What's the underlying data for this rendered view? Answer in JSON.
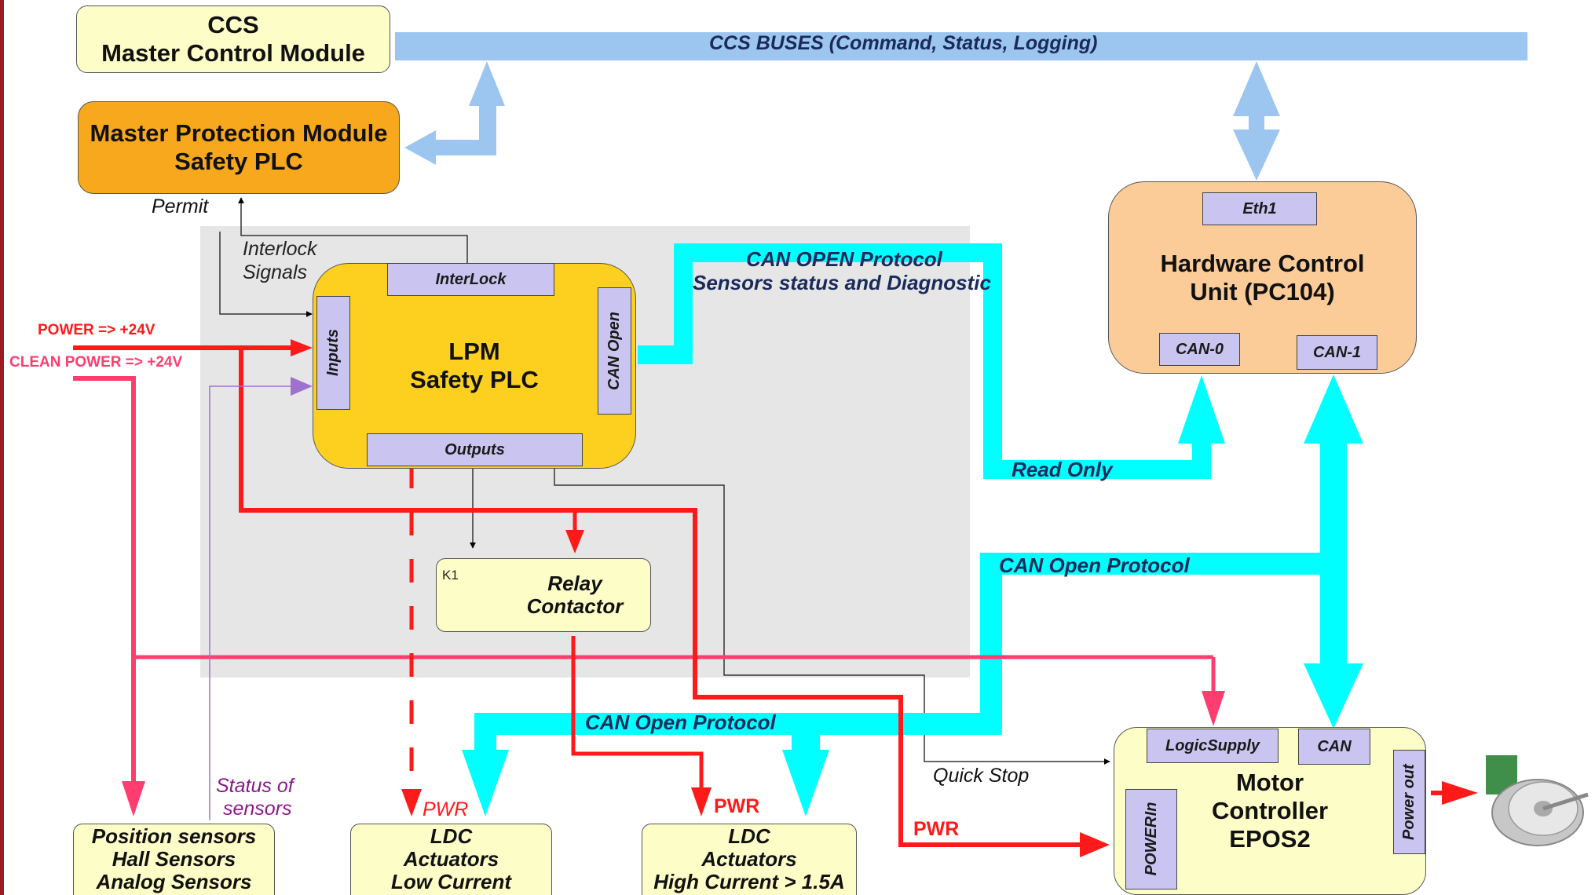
{
  "nodes": {
    "ccs": {
      "line1": "CCS",
      "line2": "Master Control Module"
    },
    "mpm": {
      "line1": "Master Protection Module",
      "line2": "Safety PLC"
    },
    "hcu": {
      "line1": "Hardware Control",
      "line2": "Unit (PC104)",
      "ports": {
        "eth1": "Eth1",
        "can0": "CAN-0",
        "can1": "CAN-1"
      }
    },
    "lpm": {
      "line1": "LPM",
      "line2": "Safety PLC",
      "ports": {
        "interlock": "InterLock",
        "inputs": "Inputs",
        "can_open": "CAN Open",
        "outputs": "Outputs"
      }
    },
    "relay": {
      "line1": "Relay",
      "line2": "Contactor",
      "symbol": "K1"
    },
    "motor": {
      "line1": "Motor",
      "line2": "Controller",
      "line3": "EPOS2",
      "ports": {
        "logic": "LogicSupply",
        "can": "CAN",
        "power_in_1": "POWER",
        "power_in_2": "In",
        "power_out": "Power out"
      }
    },
    "sensors": {
      "line1": "Position sensors",
      "line2": "Hall Sensors",
      "line3": "Analog Sensors"
    },
    "ldc_low": {
      "line1": "LDC",
      "line2": "Actuators",
      "line3": "Low Current"
    },
    "ldc_high": {
      "line1": "LDC",
      "line2": "Actuators",
      "line3": "High Current > 1.5A"
    }
  },
  "labels": {
    "ccs_buses": "CCS BUSES (Command, Status, Logging)",
    "permit": "Permit",
    "interlock_1": "Interlock",
    "interlock_2": "Signals",
    "power": "POWER => +24V",
    "clean_power": "CLEAN POWER => +24V",
    "can_open_diag_1": "CAN OPEN Protocol",
    "can_open_diag_2": "Sensors status and Diagnostic",
    "read_only": "Read Only",
    "can_open_motor": "CAN Open Protocol",
    "can_open_ldc": "CAN Open Protocol",
    "status_1": "Status of",
    "status_2": "sensors",
    "pwr_low": "PWR",
    "pwr_high": "PWR",
    "pwr_motor": "PWR",
    "quick_stop": "Quick Stop"
  },
  "colors": {
    "bus": "#9cc6f0",
    "can": "#00ffff",
    "power": "#ff1a1a",
    "clean_power": "#ff3d6e",
    "status_line": "#a070d0",
    "mpm_fill": "#f8a81c",
    "lpm_fill": "#fdd01f",
    "hcu_fill": "#fbcb98",
    "note_fill": "#fdfdc8",
    "port_fill": "#c9c5f0",
    "zone": "#e6e6e6"
  }
}
